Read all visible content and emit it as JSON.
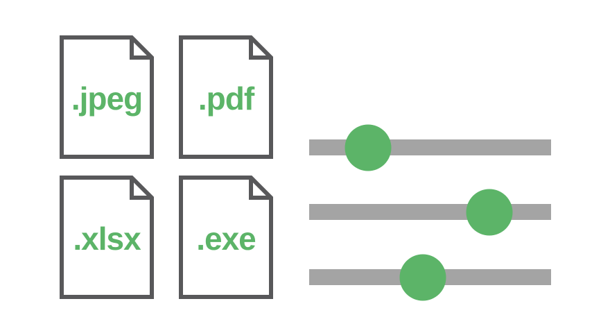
{
  "canvas": {
    "background": "#FFFFFF"
  },
  "colors": {
    "accent_green": "#5CB468",
    "outline_gray": "#58585A",
    "track_gray": "#A4A4A4"
  },
  "files": [
    {
      "label": ".jpeg"
    },
    {
      "label": ".pdf"
    },
    {
      "label": ".xlsx"
    },
    {
      "label": ".exe"
    }
  ],
  "sliders": [
    {
      "name": "slider-1",
      "value_percent": 24.4
    },
    {
      "name": "slider-2",
      "value_percent": 74.6
    },
    {
      "name": "slider-3",
      "value_percent": 47.0
    }
  ]
}
